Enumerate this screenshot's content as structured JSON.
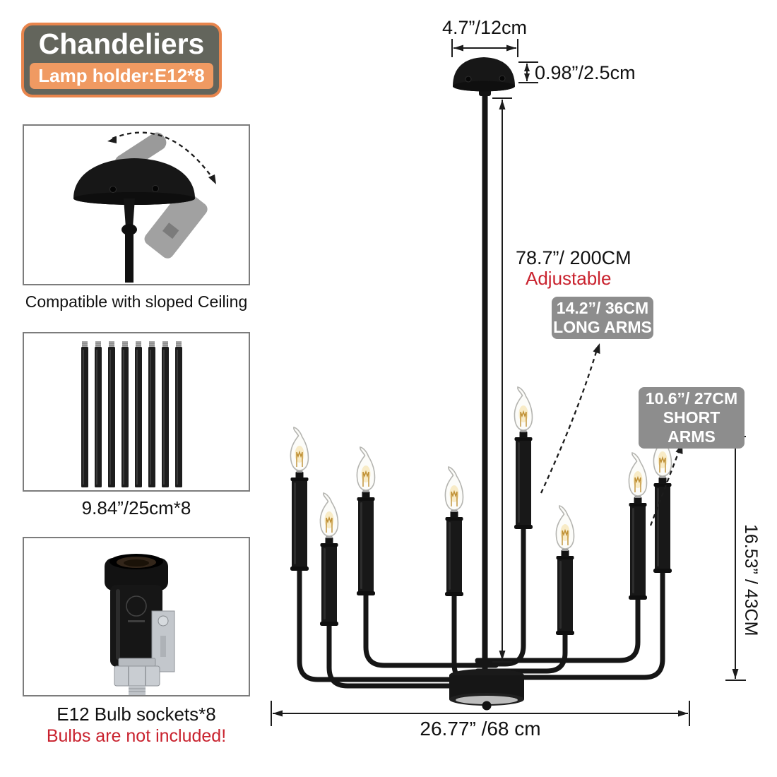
{
  "header_badge": {
    "title": "Chandeliers",
    "subtitle": "Lamp holder:E12*8"
  },
  "side_panels": [
    {
      "caption": "Compatible with sloped Ceiling"
    },
    {
      "caption": "9.84”/25cm*8"
    },
    {
      "caption": "E12 Bulb sockets*8",
      "warning": "Bulbs are not included!"
    }
  ],
  "annotations": {
    "canopy_width": "4.7”/12cm",
    "canopy_height": "0.98”/2.5cm",
    "drop_length": "78.7”/ 200CM",
    "drop_note": "Adjustable",
    "long_arms_line1": "14.2”/ 36CM",
    "long_arms_line2": "LONG ARMS",
    "short_arms_line1": "10.6”/ 27CM",
    "short_arms_line2": "SHORT ARMS",
    "body_height": "16.53” / 43CM",
    "body_width": "26.77” /68 cm"
  },
  "product": {
    "lamp_count": 8,
    "finish_color": "#161616"
  },
  "colors": {
    "accent_orange_border": "#E8854D",
    "accent_orange_bar": "#F09A62",
    "title_gray": "#63655C",
    "measure_badge_gray": "#8D8D8D",
    "warning_red": "#C9222E"
  }
}
